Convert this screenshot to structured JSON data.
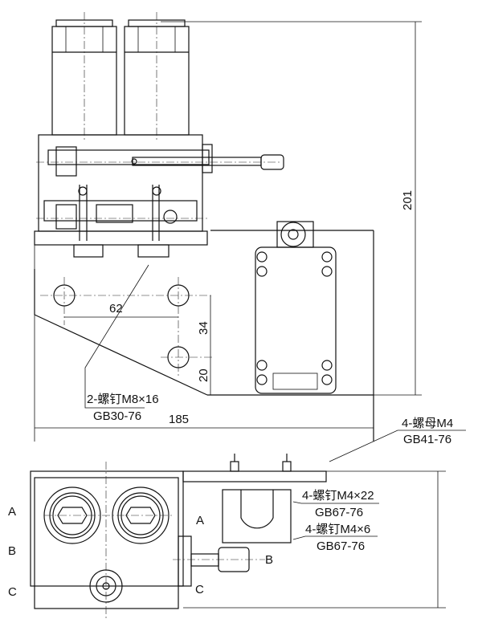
{
  "dimensions": {
    "height_total": "201",
    "hole_spacing_horizontal": "62",
    "hole_spacing_vertical": "34",
    "hole_offset_bottom": "20",
    "width_total": "185"
  },
  "callouts": {
    "base_screw": {
      "spec": "2-螺钉M8×16",
      "standard": "GB30-76"
    },
    "nut": {
      "spec": "4-螺母M4",
      "standard": "GB41-76"
    },
    "screw_long": {
      "spec": "4-螺钉M4×22",
      "standard": "GB67-76"
    },
    "screw_short": {
      "spec": "4-螺钉M4×6",
      "standard": "GB67-76"
    }
  },
  "section_markers": {
    "a": "A",
    "b": "B",
    "c": "C"
  }
}
